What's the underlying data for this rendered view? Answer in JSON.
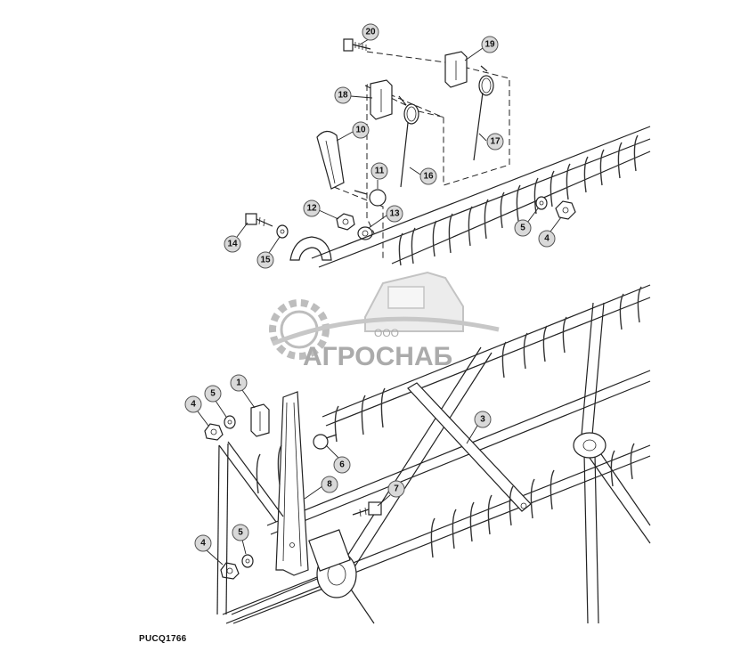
{
  "figure": {
    "code": "PUCQ1766"
  },
  "watermark": {
    "prefix": "ООО",
    "name": "АГРОСНАБ"
  },
  "callouts": {
    "upper": [
      "20",
      "19",
      "18",
      "10",
      "17",
      "16",
      "11",
      "12",
      "13",
      "14",
      "15",
      "5",
      "4"
    ],
    "lower": [
      "1",
      "5",
      "4",
      "3",
      "6",
      "8",
      "7",
      "5",
      "4"
    ]
  },
  "colors": {
    "line": "#222222",
    "callout_fill": "#d9d9d9",
    "watermark": "#8f8f8f"
  }
}
